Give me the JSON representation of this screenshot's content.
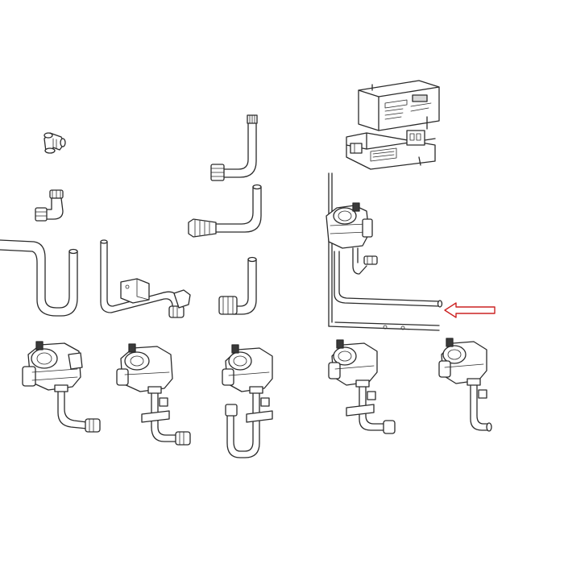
{
  "figure": {
    "background": "#ffffff",
    "line_color": "#2a2a2a",
    "arrow_color": "#cc2222"
  },
  "parts": [
    {
      "name": "control-board",
      "row": "top-right"
    },
    {
      "name": "small-elbow-fitting",
      "row": "top-left"
    },
    {
      "name": "l-pipe-with-nut",
      "row": "top-middle"
    },
    {
      "name": "elbow-union-fitting",
      "row": "second-left"
    },
    {
      "name": "l-pipe-with-barb",
      "row": "second-middle"
    },
    {
      "name": "long-u-tube",
      "row": "middle-left"
    },
    {
      "name": "bracket-tube-assembly",
      "row": "middle-left-center"
    },
    {
      "name": "short-l-tube-with-nut",
      "row": "middle-center"
    },
    {
      "name": "gas-valve-assembly-1",
      "row": "bottom"
    },
    {
      "name": "gas-valve-assembly-2",
      "row": "bottom"
    },
    {
      "name": "gas-valve-assembly-3",
      "row": "bottom"
    },
    {
      "name": "gas-valve-assembly-4",
      "row": "bottom"
    },
    {
      "name": "gas-valve-assembly-5",
      "row": "bottom"
    },
    {
      "name": "installed-valve-view",
      "row": "middle-right"
    },
    {
      "name": "pointer-arrow",
      "row": "middle-right"
    }
  ]
}
